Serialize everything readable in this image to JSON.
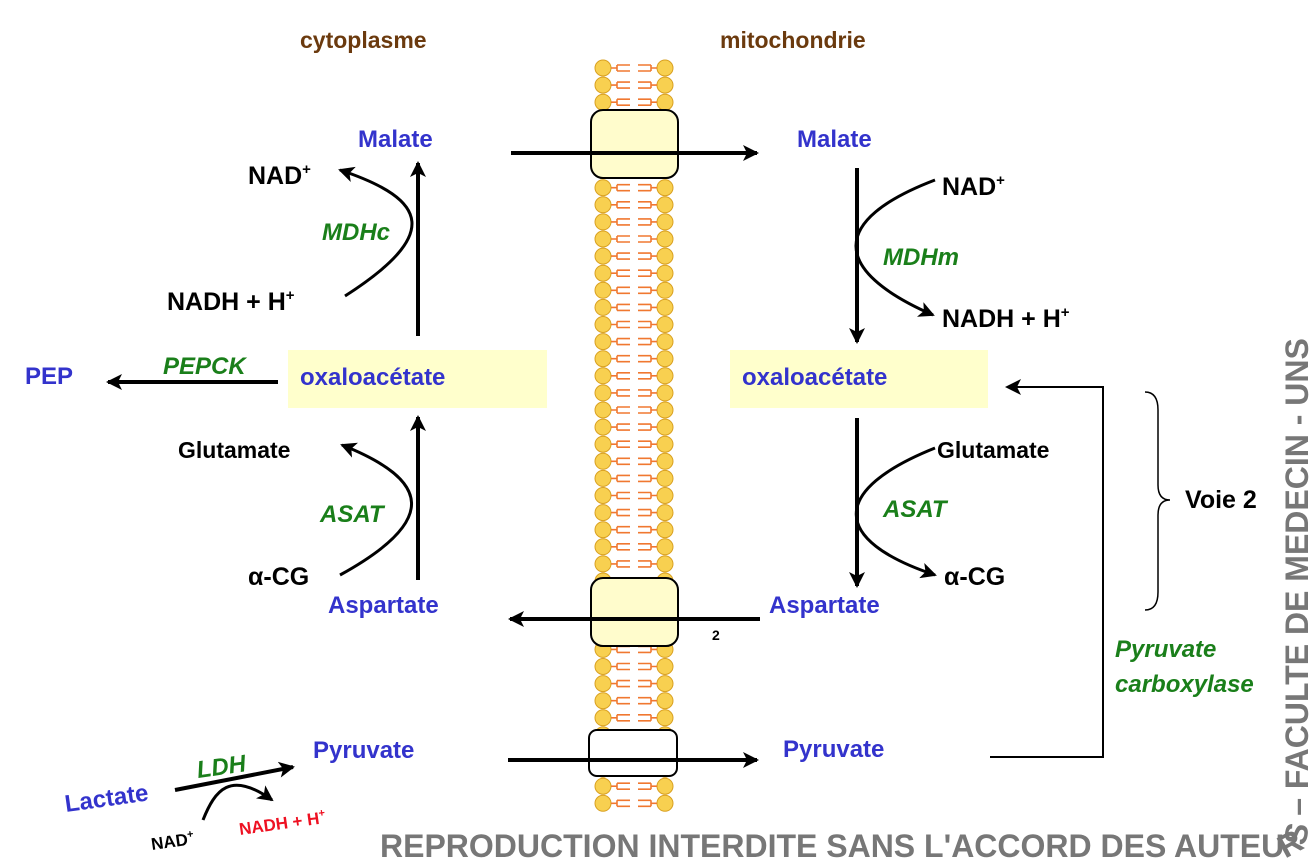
{
  "headers": {
    "left": "cytoplasme",
    "right": "mitochondrie"
  },
  "metabolites": {
    "malate_c": "Malate",
    "malate_m": "Malate",
    "oaa_c": "oxaloacétate",
    "oaa_m": "oxaloacétate",
    "aspartate_c": "Aspartate",
    "aspartate_m": "Aspartate",
    "pyruvate_c": "Pyruvate",
    "pyruvate_m": "Pyruvate",
    "pep": "PEP",
    "lactate": "Lactate"
  },
  "cofactors": {
    "nad_c": "NAD",
    "nadh_c": "NADH + H",
    "nad_m": "NAD",
    "nadh_m": "NADH + H",
    "glu_c": "Glutamate",
    "acg_c": "α-CG",
    "glu_m": "Glutamate",
    "acg_m": "α-CG",
    "nad_ldh": "NAD",
    "nadh_ldh": "NADH + H",
    "plus": "+"
  },
  "enzymes": {
    "mdhc": "MDHc",
    "mdhm": "MDHm",
    "asat_c": "ASAT",
    "asat_m": "ASAT",
    "pepck": "PEPCK",
    "ldh": "LDH",
    "pc_line1": "Pyruvate",
    "pc_line2": "carboxylase"
  },
  "labels": {
    "voie": "Voie 2",
    "transporter_num": "2"
  },
  "watermark": "REPRODUCTION INTERDITE SANS L'ACCORD DES AUTEURS – FACULTE DE MEDECIN - UNS",
  "colors": {
    "metabolite": "#3333CC",
    "enzyme": "#1A7F1A",
    "header": "#6B3A0E",
    "box": "#FFFFCC",
    "nadh_ldh": "#EE1122"
  }
}
